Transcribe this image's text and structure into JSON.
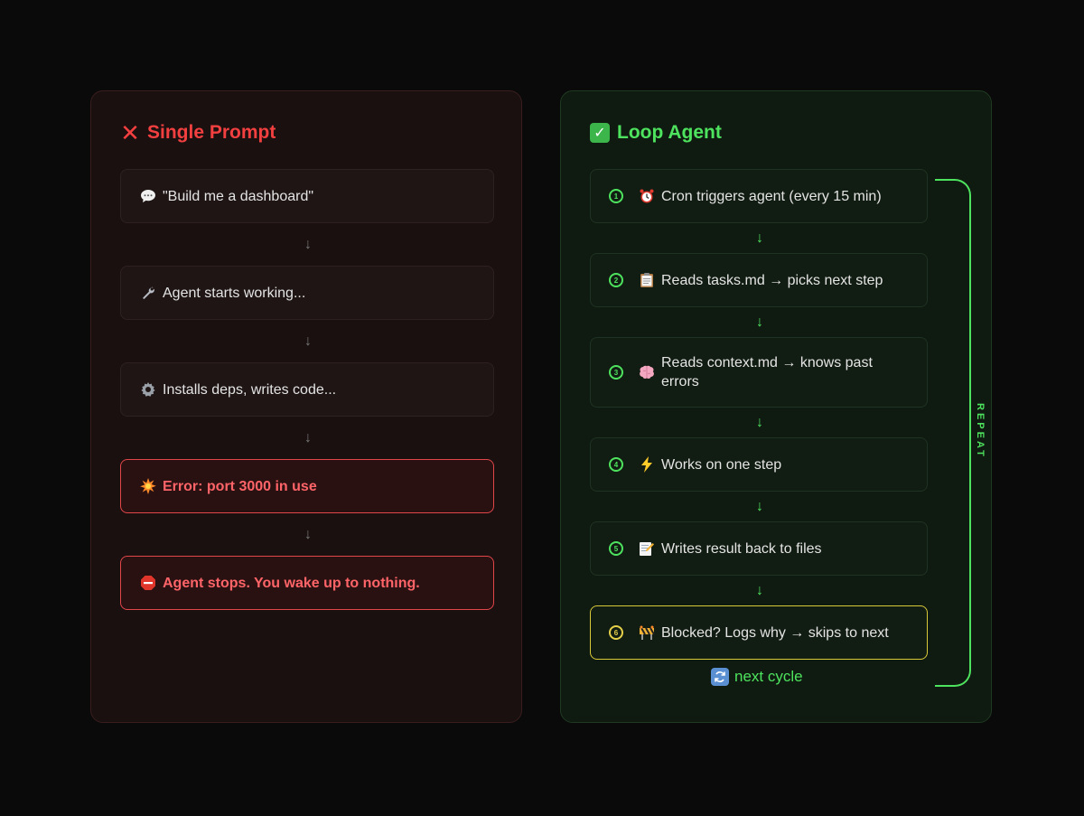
{
  "left_panel": {
    "title": "Single Prompt",
    "steps": [
      {
        "icon": "speech-bubble-icon",
        "text": "\"Build me a dashboard\""
      },
      {
        "icon": "wrench-icon",
        "text": "Agent starts working..."
      },
      {
        "icon": "gear-icon",
        "text": "Installs deps, writes code..."
      },
      {
        "icon": "collision-icon",
        "text": "Error: port 3000 in use"
      },
      {
        "icon": "stop-sign-icon",
        "text": "Agent stops. You wake up to nothing."
      }
    ],
    "arrow": "↓"
  },
  "right_panel": {
    "title": "Loop Agent",
    "steps": [
      {
        "num": "1",
        "icon": "alarm-clock-icon",
        "text": "Cron triggers agent (every 15 min)"
      },
      {
        "num": "2",
        "icon": "clipboard-icon",
        "text": "Reads tasks.md → picks next step"
      },
      {
        "num": "3",
        "icon": "brain-icon",
        "text": "Reads context.md → knows past errors"
      },
      {
        "num": "4",
        "icon": "lightning-icon",
        "text": "Works on one step"
      },
      {
        "num": "5",
        "icon": "memo-icon",
        "text": "Writes result back to files"
      },
      {
        "num": "6",
        "icon": "construction-icon",
        "text": "Blocked? Logs why → skips to next"
      }
    ],
    "arrow": "↓",
    "next_cycle": "next cycle",
    "repeat_label": "REPEAT"
  },
  "colors": {
    "error_red": "#f23f3f",
    "success_green": "#4ee35e",
    "blocked_yellow": "#d9c93a"
  }
}
